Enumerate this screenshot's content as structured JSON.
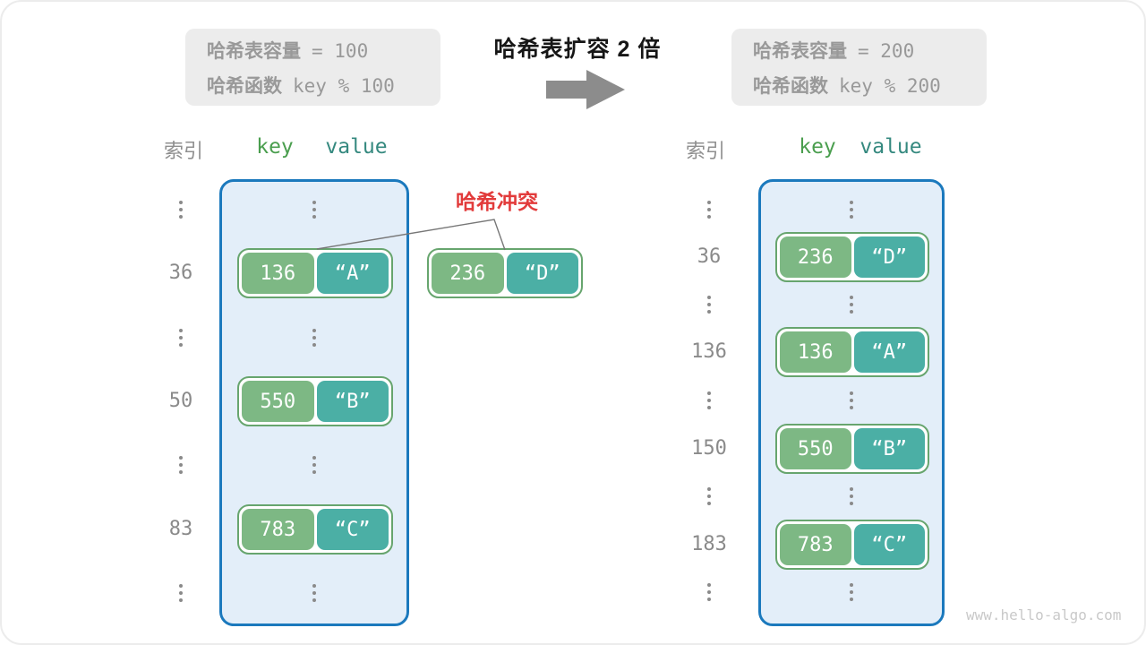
{
  "before_box": {
    "line1_label": "哈希表容量",
    "line1_value": "= 100",
    "line2_label": "哈希函数",
    "line2_value": "key % 100"
  },
  "after_box": {
    "line1_label": "哈希表容量",
    "line1_value": "= 200",
    "line2_label": "哈希函数",
    "line2_value": "key % 200"
  },
  "expand_title": "哈希表扩容 2 倍",
  "left_table": {
    "index_header": "索引",
    "key_header": "key",
    "value_header": "value",
    "entries": [
      {
        "index": "36",
        "key": "136",
        "value": "“A”"
      },
      {
        "index": "50",
        "key": "550",
        "value": "“B”"
      },
      {
        "index": "83",
        "key": "783",
        "value": "“C”"
      }
    ]
  },
  "right_table": {
    "index_header": "索引",
    "key_header": "key",
    "value_header": "value",
    "entries": [
      {
        "index": "36",
        "key": "236",
        "value": "“D”"
      },
      {
        "index": "136",
        "key": "136",
        "value": "“A”"
      },
      {
        "index": "150",
        "key": "550",
        "value": "“B”"
      },
      {
        "index": "183",
        "key": "783",
        "value": "“C”"
      }
    ]
  },
  "collision": {
    "label": "哈希冲突",
    "entry": {
      "key": "236",
      "value": "“D”"
    }
  },
  "watermark": "www.hello-algo.com",
  "colors": {
    "bucket_border": "#1b79bd",
    "bucket_fill": "#e3eef9",
    "key_fill": "#7db884",
    "value_fill": "#4bafa5",
    "pair_border": "#67a56e",
    "collision_red": "#e23b3b",
    "key_header_green": "#4a9e4e",
    "value_header_teal": "#35897f",
    "arrow_gray": "#8c8c8c",
    "info_box_bg": "#ececec",
    "muted_text": "#999999"
  }
}
